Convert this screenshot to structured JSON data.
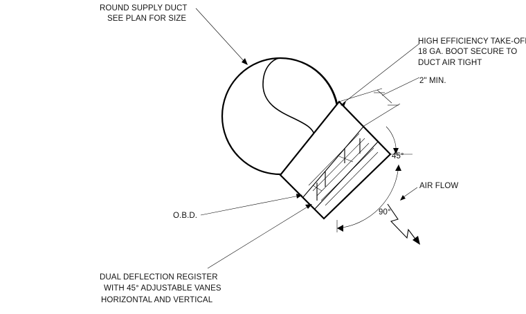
{
  "notes": {
    "round_duct_line1": "ROUND SUPPLY DUCT",
    "round_duct_line2": "SEE PLAN FOR SIZE",
    "takeoff_line1": "HIGH EFFICIENCY TAKE-OFF",
    "takeoff_line2": "18 GA. BOOT SECURE TO",
    "takeoff_line3": "DUCT AIR TIGHT",
    "min_dim": "2\" MIN.",
    "angle_45": "45°",
    "airflow": "AIR FLOW",
    "angle_90": "90°",
    "obd": "O.B.D.",
    "register_line1": "DUAL DEFLECTION REGISTER",
    "register_line2": "WITH 45° ADJUSTABLE VANES",
    "register_line3": "HORIZONTAL AND VERTICAL"
  }
}
